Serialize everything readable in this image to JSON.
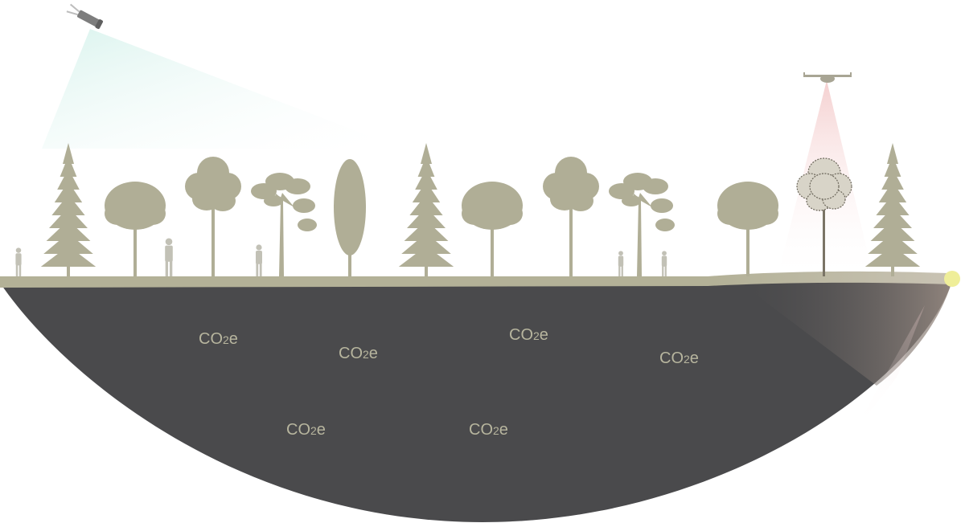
{
  "colors": {
    "background": "#ffffff",
    "soil": "#4a4a4c",
    "ground_strip": "#b3b197",
    "tree": "#b0ae96",
    "person": "#c2c1b6",
    "co2_text": "#b7b59e",
    "satellite_beam": "#e3f5f1",
    "drone_beam": "#f7dada",
    "lidar_shading": "#8b817a",
    "sensor_dot": "#efee99"
  },
  "icons": {
    "satellite": "satellite-icon",
    "drone": "drone-icon",
    "sensor": "ground-sensor-dot-icon",
    "people": "person-silhouette-icon",
    "trees": [
      "conifer-tree-icon",
      "broadleaf-tree-icon",
      "columnar-tree-icon",
      "pine-tree-icon"
    ],
    "scanned_tree": "lidar-scanned-tree-icon"
  },
  "soil_labels": [
    {
      "main": "CO",
      "sub": "2",
      "tail": "e"
    },
    {
      "main": "CO",
      "sub": "2",
      "tail": "e"
    },
    {
      "main": "CO",
      "sub": "2",
      "tail": "e"
    },
    {
      "main": "CO",
      "sub": "2",
      "tail": "e"
    },
    {
      "main": "CO",
      "sub": "2",
      "tail": "e"
    },
    {
      "main": "CO",
      "sub": "2",
      "tail": "e"
    }
  ],
  "tree_kinds": [
    "conifer",
    "round",
    "broadleaf",
    "pine",
    "columnar",
    "conifer",
    "round",
    "broadleaf",
    "pine",
    "round",
    "scanned",
    "conifer"
  ]
}
